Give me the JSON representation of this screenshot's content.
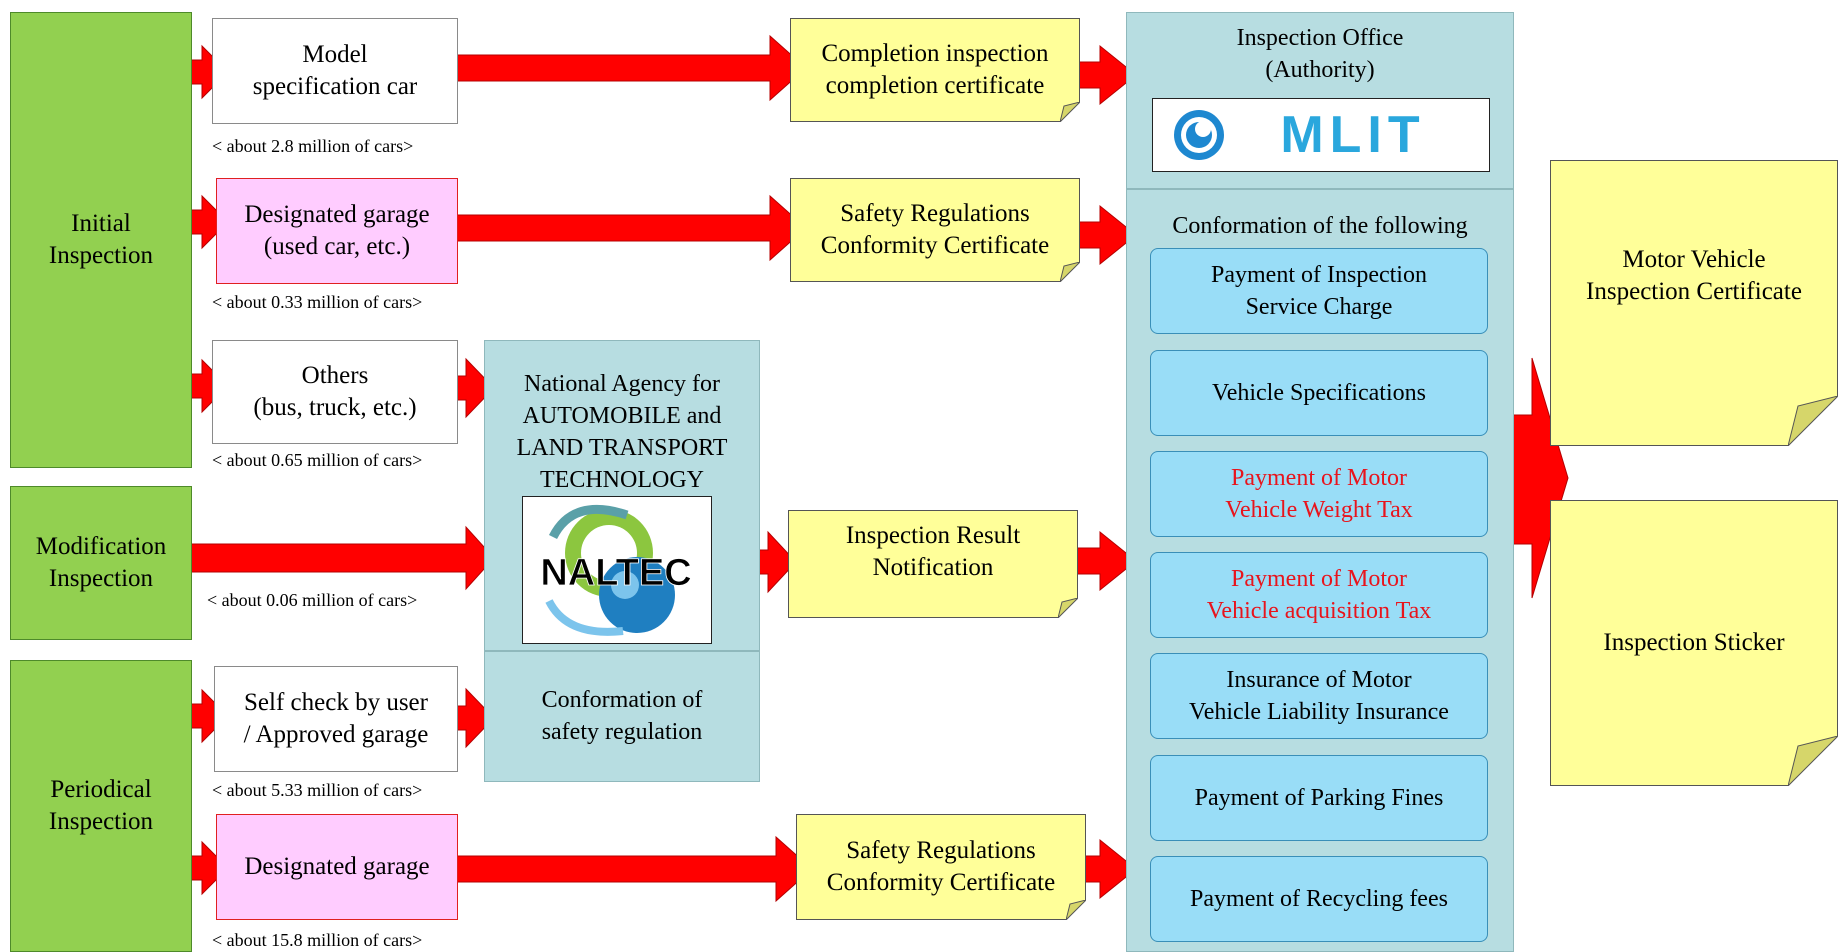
{
  "categories": {
    "initial": "Initial\nInspection",
    "modification": "Modification\nInspection",
    "periodical": "Periodical\nInspection"
  },
  "sources": {
    "model_spec": {
      "label": "Model\nspecification car",
      "count": "< about 2.8 million of cars>"
    },
    "designated_used": {
      "label": "Designated garage\n(used car, etc.)",
      "count": "< about 0.33 million of cars>"
    },
    "others": {
      "label": "Others\n(bus, truck, etc.)",
      "count": "< about 0.65 million of cars>"
    },
    "modification": {
      "count": "< about 0.06 million of cars>"
    },
    "self_check": {
      "label": "Self check by user\n/ Approved garage",
      "count": "< about 5.33 million of cars>"
    },
    "designated": {
      "label": "Designated garage",
      "count": "< about 15.8 million of cars>"
    }
  },
  "naltec": {
    "title": "National Agency for\nAUTOMOBILE and\nLAND TRANSPORT\nTECHNOLOGY",
    "logo_text": "NALTEC",
    "conformation": "Conformation of\nsafety regulation"
  },
  "certificates": {
    "completion": "Completion inspection\ncompletion certificate",
    "safety_1": "Safety Regulations\nConformity Certificate",
    "inspection_result": "Inspection Result\nNotification",
    "safety_2": "Safety Regulations\nConformity Certificate"
  },
  "office": {
    "title": "Inspection Office\n(Authority)",
    "logo_text": "MLIT",
    "conformation_heading": "Conformation of the following",
    "items": [
      {
        "label": "Payment of Inspection\nService Charge",
        "highlight": false
      },
      {
        "label": "Vehicle Specifications",
        "highlight": false
      },
      {
        "label": "Payment of Motor\nVehicle Weight Tax",
        "highlight": true
      },
      {
        "label": "Payment of Motor\nVehicle acquisition  Tax",
        "highlight": true
      },
      {
        "label": "Insurance of Motor\nVehicle Liability Insurance",
        "highlight": false
      },
      {
        "label": "Payment of Parking Fines",
        "highlight": false
      },
      {
        "label": "Payment of Recycling fees",
        "highlight": false
      }
    ]
  },
  "outputs": {
    "certificate": "Motor Vehicle\nInspection Certificate",
    "sticker": "Inspection Sticker"
  },
  "colors": {
    "arrow": "#ff0000",
    "highlight_text": "#e8141c"
  }
}
